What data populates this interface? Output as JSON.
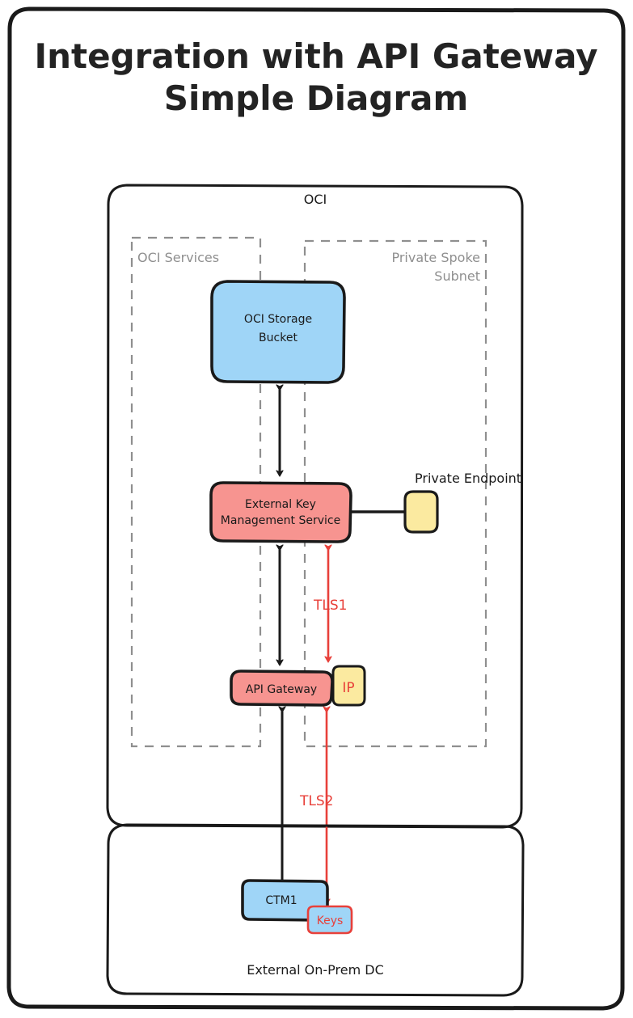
{
  "title": {
    "line1": "Integration with API Gateway",
    "line2": "Simple Diagram"
  },
  "containers": {
    "oci": {
      "label": "OCI"
    },
    "oci_services": {
      "label": "OCI Services"
    },
    "private_spoke_subnet": {
      "label_line1": "Private Spoke",
      "label_line2": "Subnet"
    },
    "on_prem": {
      "label": "External On-Prem DC"
    }
  },
  "nodes": {
    "storage_bucket": {
      "label_line1": "OCI Storage",
      "label_line2": "Bucket",
      "fill": "#9fd5f7",
      "stroke": "#1a1a1a"
    },
    "ekms": {
      "label_line1": "External Key",
      "label_line2": "Management Service",
      "fill": "#f79490",
      "stroke": "#1a1a1a"
    },
    "private_endpoint": {
      "label": "Private Endpoint",
      "fill": "#fbeaa0",
      "stroke": "#1a1a1a"
    },
    "api_gateway": {
      "label": "API Gateway",
      "fill": "#f79490",
      "stroke": "#1a1a1a"
    },
    "ip_badge": {
      "label": "IP",
      "fill": "#fbeaa0",
      "stroke": "#1a1a1a",
      "text_color": "#e8403a"
    },
    "ctm1": {
      "label": "CTM1",
      "fill": "#9fd5f7",
      "stroke": "#1a1a1a"
    },
    "keys": {
      "label": "Keys",
      "fill": "#9fd5f7",
      "stroke": "#e8403a",
      "text_color": "#e8403a"
    }
  },
  "edges": {
    "tls1": {
      "label": "TLS1",
      "color": "#e8403a"
    },
    "tls2": {
      "label": "TLS2",
      "color": "#e8403a"
    }
  },
  "colors": {
    "frame": "#1a1a1a",
    "dashed": "#8f8f8f",
    "red": "#e8403a",
    "blue": "#9fd5f7",
    "salmon": "#f79490",
    "yellow": "#fbeaa0"
  }
}
